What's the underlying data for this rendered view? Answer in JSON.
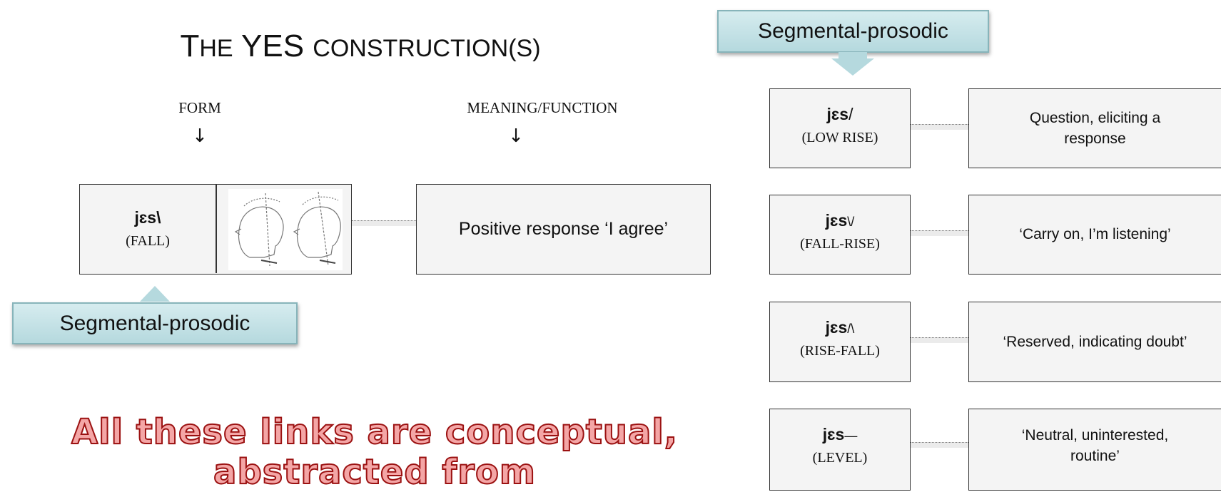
{
  "title": {
    "first_letter": "T",
    "part1": "HE",
    "word": "YES",
    "part2": "CONSTRUCTION",
    "paren_open": "(",
    "paren_letter": "S",
    "paren_close": ")"
  },
  "left_diagram": {
    "form_header": "FORM",
    "meaning_header": "MEANING/FUNCTION",
    "arrow": "↓",
    "form_segment": "jɛs\\",
    "form_tone": "(FALL)",
    "meaning": "Positive response ‘I agree’"
  },
  "callouts": {
    "bottom_left": "Segmental-prosodic",
    "top_right": "Segmental-prosodic"
  },
  "big_text": {
    "line1": "All these links are conceptual,",
    "line2": "abstracted from"
  },
  "rows": [
    {
      "segment": "jɛs",
      "contour": "/",
      "tone": "(LOW RISE)",
      "meaning": "Question, eliciting a response"
    },
    {
      "segment": "jɛs",
      "contour": "\\/",
      "tone": "(FALL-RISE)",
      "meaning": "‘Carry on, I’m listening’"
    },
    {
      "segment": "jɛs",
      "contour": "/\\",
      "tone": "(RISE-FALL)",
      "meaning": "‘Reserved, indicating doubt’"
    },
    {
      "segment": "jɛs",
      "contour": "—",
      "tone": "(LEVEL)",
      "meaning": "‘Neutral, uninterested, routine’"
    }
  ],
  "colors": {
    "callout_fill": "#c6e3e7",
    "callout_border": "#87b4ba",
    "big_text_fill": "#f4a6a6",
    "big_text_stroke": "#9b1111"
  }
}
